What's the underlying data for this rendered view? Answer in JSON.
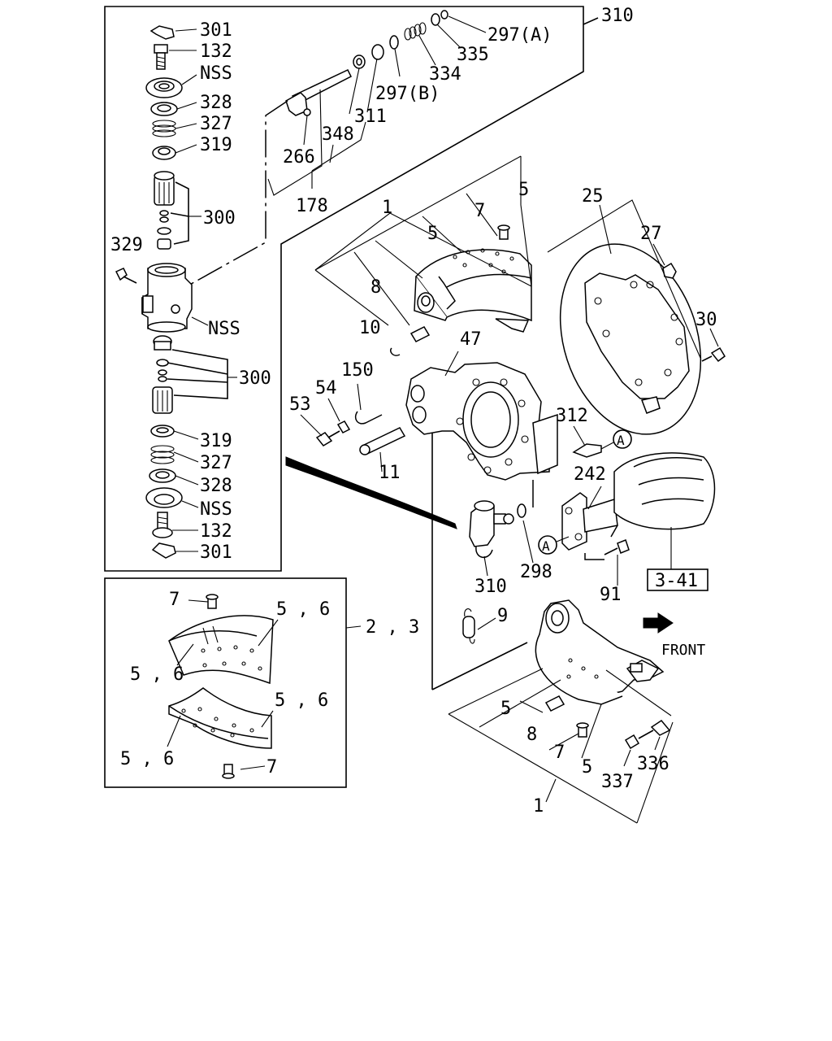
{
  "callouts": {
    "c301_top": "301",
    "c132_top": "132",
    "nss_1": "NSS",
    "c328_top": "328",
    "c327_top": "327",
    "c319_top": "319",
    "c300_top": "300",
    "c329": "329",
    "nss_2": "NSS",
    "c300_bottom": "300",
    "c319_bottom": "319",
    "c327_bottom": "327",
    "c328_bottom": "328",
    "nss_3": "NSS",
    "c132_bottom": "132",
    "c301_bottom": "301",
    "c310_top": "310",
    "c297a": "297(A)",
    "c335": "335",
    "c334": "334",
    "c297b": "297(B)",
    "c311": "311",
    "c348": "348",
    "c266": "266",
    "c178": "178",
    "c1_upper": "1",
    "c7_upper": "7",
    "c5_upper_right": "5",
    "c5_upper": "5",
    "c8_upper": "8",
    "c10": "10",
    "c47": "47",
    "c150": "150",
    "c54": "54",
    "c53": "53",
    "c11": "11",
    "c25": "25",
    "c27": "27",
    "c30": "30",
    "c312": "312",
    "ref_a_1": "A",
    "c242": "242",
    "ref_a_2": "A",
    "c91": "91",
    "ref_341": "3-41",
    "c310_bottom": "310",
    "c298": "298",
    "c9": "9",
    "front": "FRONT",
    "c7_inset_top": "7",
    "c56_inset_1": "5 , 6",
    "c56_inset_2": "5 , 6",
    "c23_inset": "2 , 3",
    "c56_inset_3": "5 , 6",
    "c56_inset_4": "5 , 6",
    "c7_inset_bottom": "7",
    "c5_lower_left": "5",
    "c8_lower": "8",
    "c7_lower": "7",
    "c5_lower": "5",
    "c1_lower": "1",
    "c337": "337",
    "c336": "336"
  }
}
